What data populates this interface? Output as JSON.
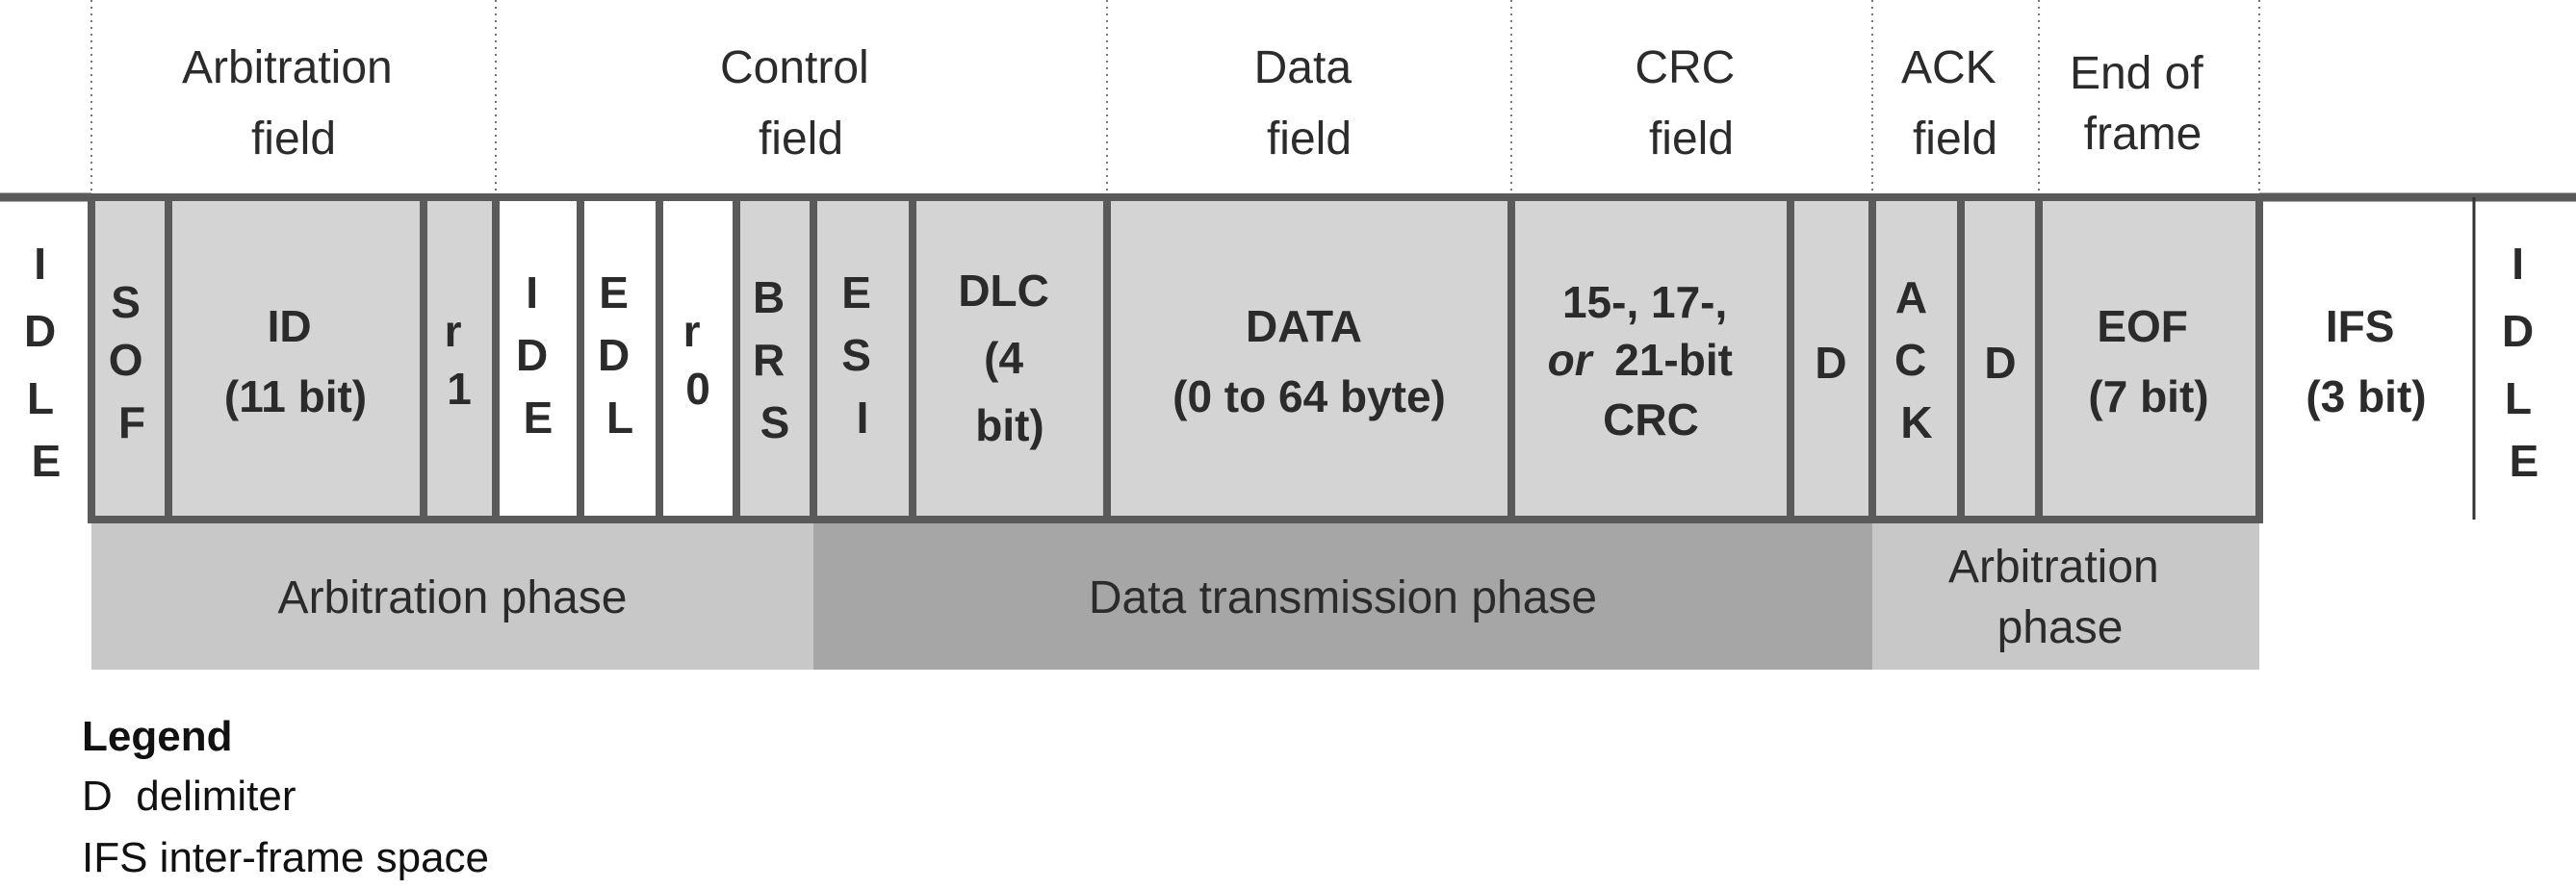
{
  "headers": {
    "arbitration": [
      "Arbitration",
      "field"
    ],
    "control": [
      "Control",
      "field"
    ],
    "data": [
      "Data",
      "field"
    ],
    "crc": [
      "CRC",
      "field"
    ],
    "ack": [
      "ACK",
      "field"
    ],
    "eof": [
      "End of",
      "frame"
    ]
  },
  "cells": {
    "idle_left": [
      "I",
      "D",
      "L",
      "E"
    ],
    "sof": [
      "S",
      "O",
      "F"
    ],
    "id": [
      "ID",
      "(11 bit)"
    ],
    "r1": [
      "r",
      "1"
    ],
    "ide": [
      "I",
      "D",
      "E"
    ],
    "edl": [
      "E",
      "D",
      "L"
    ],
    "r0": [
      "r",
      "0"
    ],
    "brs": [
      "B",
      "R",
      "S"
    ],
    "esi": [
      "E",
      "S",
      "I"
    ],
    "dlc": [
      "DLC",
      "(4",
      "bit)"
    ],
    "data": [
      "DATA",
      "(0 to 64 byte)"
    ],
    "crc": [
      "15-, 17-,",
      "or",
      "21-bit",
      "CRC"
    ],
    "d1": "D",
    "ack": [
      "A",
      "C",
      "K"
    ],
    "d2": "D",
    "eof": [
      "EOF",
      "(7 bit)"
    ],
    "ifs": [
      "IFS",
      "(3 bit)"
    ],
    "idle_right": [
      "I",
      "D",
      "L",
      "E"
    ]
  },
  "phases": {
    "arbitration_1": "Arbitration phase",
    "data_transmission": "Data transmission phase",
    "arbitration_2": [
      "Arbitration",
      "phase"
    ]
  },
  "legend": {
    "title": "Legend",
    "items": [
      "D  delimiter",
      "IFS inter-frame space"
    ]
  },
  "colors": {
    "cell_fill": "#d4d4d4",
    "border": "#5a5a5a",
    "phase_light": "#c8c8c8",
    "phase_dark": "#a6a6a6"
  }
}
